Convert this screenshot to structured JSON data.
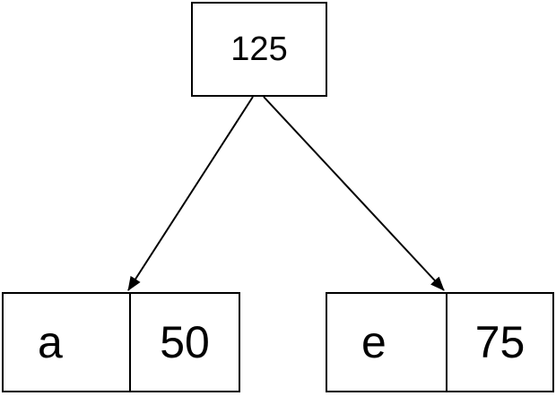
{
  "diagram": {
    "type": "binary-tree",
    "root": {
      "label": "125"
    },
    "children": [
      {
        "letter": "a",
        "count": "50"
      },
      {
        "letter": "e",
        "count": "75"
      }
    ]
  },
  "style": {
    "line_color": "#000000",
    "background_color": "#ffffff",
    "text_color": "#000000"
  }
}
